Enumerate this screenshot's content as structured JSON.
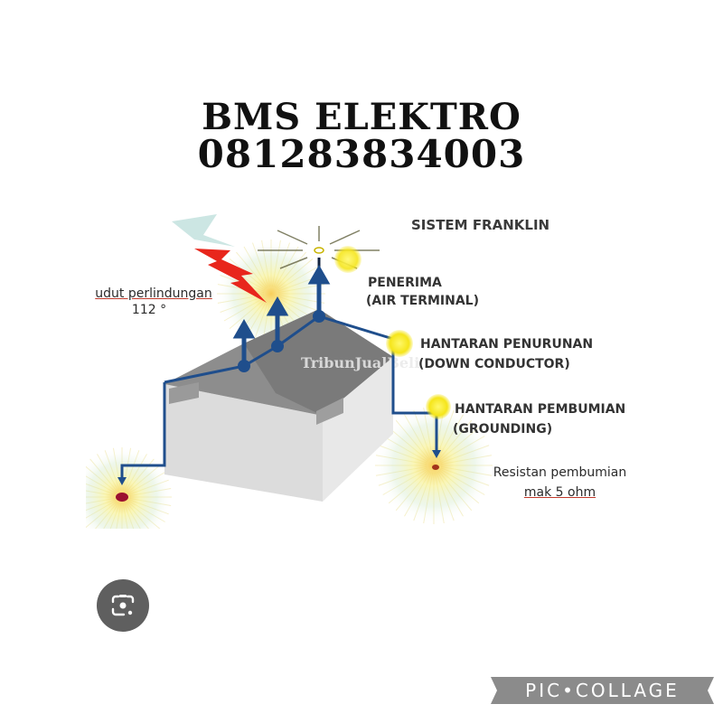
{
  "header": {
    "title": "BMS ELEKTRO",
    "phone": "081283834003"
  },
  "diagram": {
    "title": "SISTEM FRANKLIN",
    "labels": {
      "air_terminal_line1": "PENERIMA",
      "air_terminal_line2": "(AIR TERMINAL)",
      "down_conductor_line1": "HANTARAN PENURUNAN",
      "down_conductor_line2": "(DOWN CONDUCTOR)",
      "grounding_line1": "HANTARAN PEMBUMIAN",
      "grounding_line2": "(GROUNDING)",
      "protection_angle_line1": "udut perlindungan",
      "protection_angle_line2": "112 °",
      "resistance_line1": "Resistan pembumian",
      "resistance_line2": "mak 5 ohm"
    },
    "watermark": "TribunJualBeli",
    "colors": {
      "conductor": "#1f4e8c",
      "lightning": "#e8261c",
      "highlight": "#f5e51a",
      "roof": "#8c8c8c",
      "wall": "#d9d9d9",
      "ground_point": "#9b1030"
    }
  },
  "overlay": {
    "lens_button_icon": "google-lens-icon",
    "brand_watermark": "PIC•COLLAGE"
  }
}
